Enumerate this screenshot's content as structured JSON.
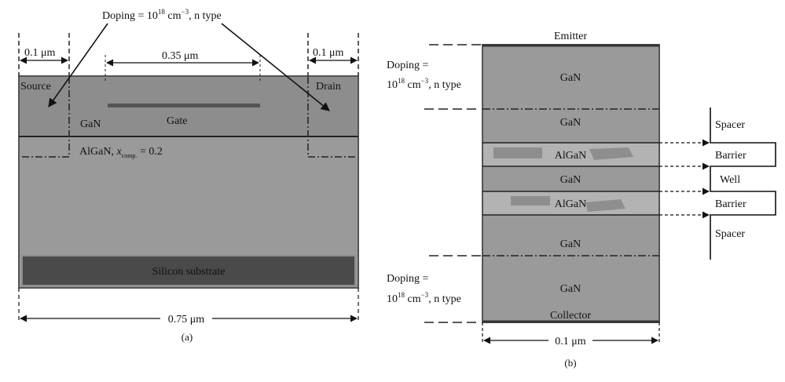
{
  "fig_a": {
    "doping_label": "Doping = ",
    "doping_exp": "18",
    "doping_unit": " cm",
    "doping_unit_exp": "−3",
    "doping_type": ", n type",
    "source_width": "0.1 μm",
    "gate_length": "0.35 μm",
    "drain_width": "0.1 μm",
    "source": "Source",
    "drain": "Drain",
    "gan": "GaN",
    "gate": "Gate",
    "algan_prefix": "AlGaN, ",
    "x_symbol": "x",
    "x_sub": "comp.",
    "x_value": " = 0.2",
    "substrate": "Silicon substrate",
    "total_width": "0.75 μm",
    "caption": "(a)"
  },
  "fig_b": {
    "emitter": "Emitter",
    "doping_top_1": "Doping =",
    "doping_top_exp": "18",
    "doping_top_unit": " cm",
    "doping_top_unit_exp": "−3",
    "doping_top_type": ", n type",
    "gan_1": "GaN",
    "gan_2": "GaN",
    "algan_1": "AlGaN",
    "gan_well": "GaN",
    "algan_2": "AlGaN",
    "gan_3": "GaN",
    "gan_4": "GaN",
    "collector": "Collector",
    "doping_bot_1": "Doping =",
    "doping_bot_exp": "18",
    "doping_bot_unit": " cm",
    "doping_bot_unit_exp": "−3",
    "doping_bot_type": ", n type",
    "spacer_top": "Spacer",
    "barrier_top": "Barrier",
    "well": "Well",
    "barrier_bottom": "Barrier",
    "spacer_bottom": "Spacer",
    "width": "0.1 μm",
    "caption": "(b)"
  }
}
